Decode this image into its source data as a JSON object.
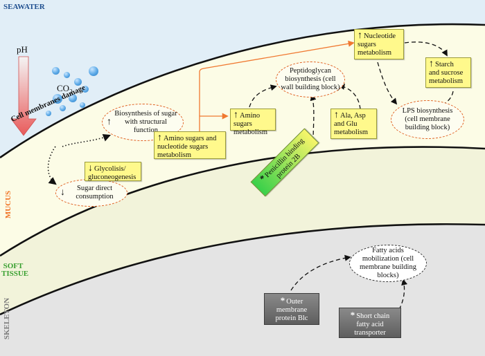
{
  "zones": {
    "seawater": "SEAWATER",
    "mucus": "MUCUS",
    "soft_tissue": "SOFT TISSUE",
    "skeleton": "SKELETON"
  },
  "labels": {
    "ph": "pH",
    "co2": "CO",
    "co2_sub": "2",
    "membrane_damage": "Cell membranes damage"
  },
  "nodes": {
    "biosynthesis_sugar": "Biosynthesis of sugar with structural function",
    "glycolisis": "Glycolisis/\ngluconeogenesis",
    "sugar_direct": "Sugar direct consumption",
    "amino_nucleotide": "Amino sugars and nucleotide sugars metabolism",
    "amino_sugars": "Amino sugars metabolism",
    "peptidoglycan": "Peptidoglycan biosynthesis (cell wall building block)",
    "ala_asp_glu": "Ala, Asp\nand Glu\nmetabolism",
    "nucleotide_sugars": "Nucleotide\nsugars\nmetabolism",
    "starch_sucrose": "Starch\nand sucrose\nmetabolism",
    "lps": "LPS biosynthesis (cell membrane building block)",
    "penicillin": "Penicillin binding protein 2B",
    "fatty_acids": "Fatty acids mobilization (cell membrane building blocks)",
    "outer_membrane": "Outer\nmembrane\nprotein Blc",
    "short_chain": "Short chain\nfatty acid\ntransporter"
  },
  "colors": {
    "seawater": "#e1eef7",
    "mucus": "#fcfce6",
    "soft_tissue": "#f2f3da",
    "skeleton": "#e4e4e4",
    "arrow_orange": "#f07830",
    "oval_border": "#e06020",
    "yellow_box": "#fff98c",
    "zone_seawater": "#1f4f8f",
    "zone_mucus": "#f07020",
    "zone_soft": "#39a030",
    "zone_skeleton": "#7a7a7a"
  }
}
